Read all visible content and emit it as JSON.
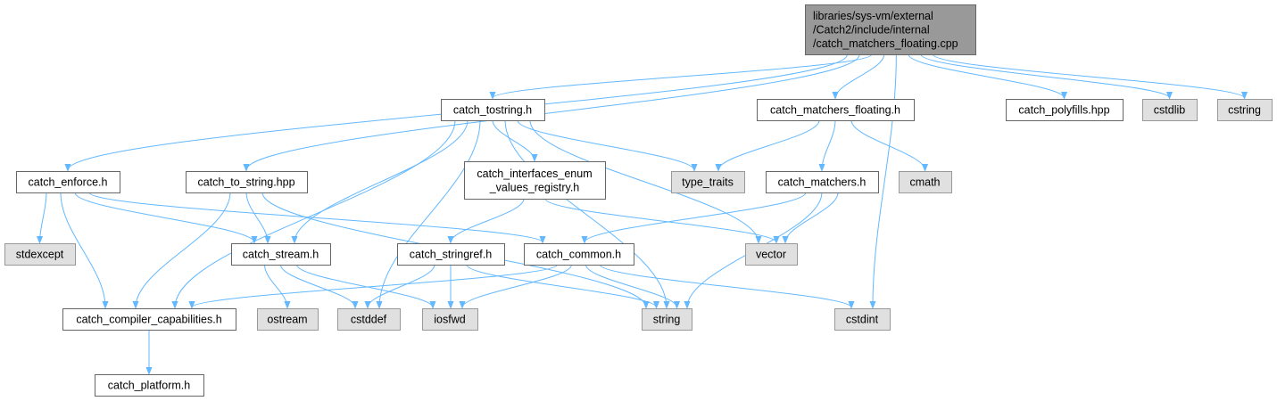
{
  "colors": {
    "edge": "#63b8ff",
    "root_fill": "#999999",
    "root_stroke": "#666666",
    "header_fill": "#ffffff",
    "header_stroke": "#666666",
    "system_fill": "#e0e0e0",
    "system_stroke": "#999999"
  },
  "nodes": [
    {
      "id": "root",
      "kind": "root",
      "lines": [
        "libraries/sys-vm/external",
        "/Catch2/include/internal",
        "/catch_matchers_floating.cpp"
      ]
    },
    {
      "id": "catch_tostring_h",
      "kind": "header",
      "lines": [
        "catch_tostring.h"
      ]
    },
    {
      "id": "catch_matchers_floating_h",
      "kind": "header",
      "lines": [
        "catch_matchers_floating.h"
      ]
    },
    {
      "id": "catch_polyfills_hpp",
      "kind": "header",
      "lines": [
        "catch_polyfills.hpp"
      ]
    },
    {
      "id": "cstdlib",
      "kind": "system",
      "lines": [
        "cstdlib"
      ]
    },
    {
      "id": "cstring",
      "kind": "system",
      "lines": [
        "cstring"
      ]
    },
    {
      "id": "catch_enforce_h",
      "kind": "header",
      "lines": [
        "catch_enforce.h"
      ]
    },
    {
      "id": "catch_to_string_hpp",
      "kind": "header",
      "lines": [
        "catch_to_string.hpp"
      ]
    },
    {
      "id": "catch_interfaces_enum_values_registry_h",
      "kind": "header",
      "lines": [
        "catch_interfaces_enum",
        "_values_registry.h"
      ]
    },
    {
      "id": "type_traits",
      "kind": "system",
      "lines": [
        "type_traits"
      ]
    },
    {
      "id": "catch_matchers_h",
      "kind": "header",
      "lines": [
        "catch_matchers.h"
      ]
    },
    {
      "id": "cmath",
      "kind": "system",
      "lines": [
        "cmath"
      ]
    },
    {
      "id": "stdexcept",
      "kind": "system",
      "lines": [
        "stdexcept"
      ]
    },
    {
      "id": "catch_stream_h",
      "kind": "header",
      "lines": [
        "catch_stream.h"
      ]
    },
    {
      "id": "catch_stringref_h",
      "kind": "header",
      "lines": [
        "catch_stringref.h"
      ]
    },
    {
      "id": "catch_common_h",
      "kind": "header",
      "lines": [
        "catch_common.h"
      ]
    },
    {
      "id": "vector",
      "kind": "system",
      "lines": [
        "vector"
      ]
    },
    {
      "id": "catch_compiler_capabilities_h",
      "kind": "header",
      "lines": [
        "catch_compiler_capabilities.h"
      ]
    },
    {
      "id": "ostream",
      "kind": "system",
      "lines": [
        "ostream"
      ]
    },
    {
      "id": "cstddef",
      "kind": "system",
      "lines": [
        "cstddef"
      ]
    },
    {
      "id": "iosfwd",
      "kind": "system",
      "lines": [
        "iosfwd"
      ]
    },
    {
      "id": "string",
      "kind": "system",
      "lines": [
        "string"
      ]
    },
    {
      "id": "cstdint",
      "kind": "system",
      "lines": [
        "cstdint"
      ]
    },
    {
      "id": "catch_platform_h",
      "kind": "header",
      "lines": [
        "catch_platform.h"
      ]
    }
  ],
  "edges": [
    {
      "from": "root",
      "to": "catch_tostring_h"
    },
    {
      "from": "root",
      "to": "catch_matchers_floating_h"
    },
    {
      "from": "root",
      "to": "catch_polyfills_hpp"
    },
    {
      "from": "root",
      "to": "cstdlib"
    },
    {
      "from": "root",
      "to": "cstring"
    },
    {
      "from": "root",
      "to": "catch_enforce_h"
    },
    {
      "from": "root",
      "to": "catch_to_string_hpp"
    },
    {
      "from": "root",
      "to": "cstdint"
    },
    {
      "from": "catch_tostring_h",
      "to": "type_traits"
    },
    {
      "from": "catch_tostring_h",
      "to": "catch_interfaces_enum_values_registry_h"
    },
    {
      "from": "catch_tostring_h",
      "to": "vector"
    },
    {
      "from": "catch_tostring_h",
      "to": "catch_stream_h"
    },
    {
      "from": "catch_tostring_h",
      "to": "catch_compiler_capabilities_h"
    },
    {
      "from": "catch_tostring_h",
      "to": "cstddef"
    },
    {
      "from": "catch_tostring_h",
      "to": "string"
    },
    {
      "from": "catch_matchers_floating_h",
      "to": "type_traits"
    },
    {
      "from": "catch_matchers_floating_h",
      "to": "catch_matchers_h"
    },
    {
      "from": "catch_matchers_floating_h",
      "to": "cmath"
    },
    {
      "from": "catch_matchers_h",
      "to": "vector"
    },
    {
      "from": "catch_matchers_h",
      "to": "catch_common_h"
    },
    {
      "from": "catch_matchers_h",
      "to": "string"
    },
    {
      "from": "catch_interfaces_enum_values_registry_h",
      "to": "catch_stringref_h"
    },
    {
      "from": "catch_interfaces_enum_values_registry_h",
      "to": "vector"
    },
    {
      "from": "catch_enforce_h",
      "to": "stdexcept"
    },
    {
      "from": "catch_enforce_h",
      "to": "catch_compiler_capabilities_h"
    },
    {
      "from": "catch_enforce_h",
      "to": "catch_stream_h"
    },
    {
      "from": "catch_enforce_h",
      "to": "catch_common_h"
    },
    {
      "from": "catch_to_string_hpp",
      "to": "catch_stream_h"
    },
    {
      "from": "catch_to_string_hpp",
      "to": "catch_compiler_capabilities_h"
    },
    {
      "from": "catch_to_string_hpp",
      "to": "string"
    },
    {
      "from": "catch_stream_h",
      "to": "ostream"
    },
    {
      "from": "catch_stream_h",
      "to": "cstddef"
    },
    {
      "from": "catch_stream_h",
      "to": "iosfwd"
    },
    {
      "from": "catch_stringref_h",
      "to": "cstddef"
    },
    {
      "from": "catch_stringref_h",
      "to": "iosfwd"
    },
    {
      "from": "catch_stringref_h",
      "to": "string"
    },
    {
      "from": "catch_common_h",
      "to": "catch_compiler_capabilities_h"
    },
    {
      "from": "catch_common_h",
      "to": "iosfwd"
    },
    {
      "from": "catch_common_h",
      "to": "string"
    },
    {
      "from": "catch_common_h",
      "to": "cstdint"
    },
    {
      "from": "catch_compiler_capabilities_h",
      "to": "catch_platform_h"
    }
  ]
}
